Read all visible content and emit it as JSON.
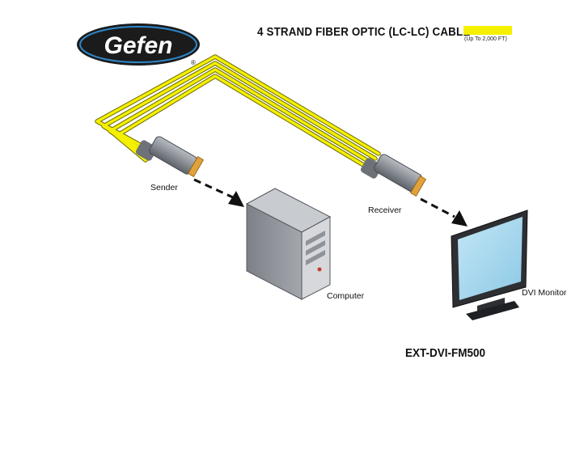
{
  "brand": {
    "name": "Gefen",
    "registered_mark": "®"
  },
  "cable": {
    "title": "4 STRAND FIBER OPTIC (LC-LC) CABLE",
    "max_length_note": "(Up To 2,000 FT)",
    "color": "#f5f000"
  },
  "devices": {
    "sender": "Sender",
    "receiver": "Receiver",
    "computer": "Computer",
    "monitor": "DVI Monitor"
  },
  "model": "EXT-DVI-FM500",
  "colors": {
    "cable": "#f5f000",
    "logo_dark": "#1b1b1b",
    "logo_blue": "#2f86c8",
    "screen": "#a9d8ee"
  },
  "icons": [
    "gefen-logo",
    "fiber-cable",
    "sender-module",
    "receiver-module",
    "computer-tower",
    "dvi-monitor",
    "arrow"
  ]
}
